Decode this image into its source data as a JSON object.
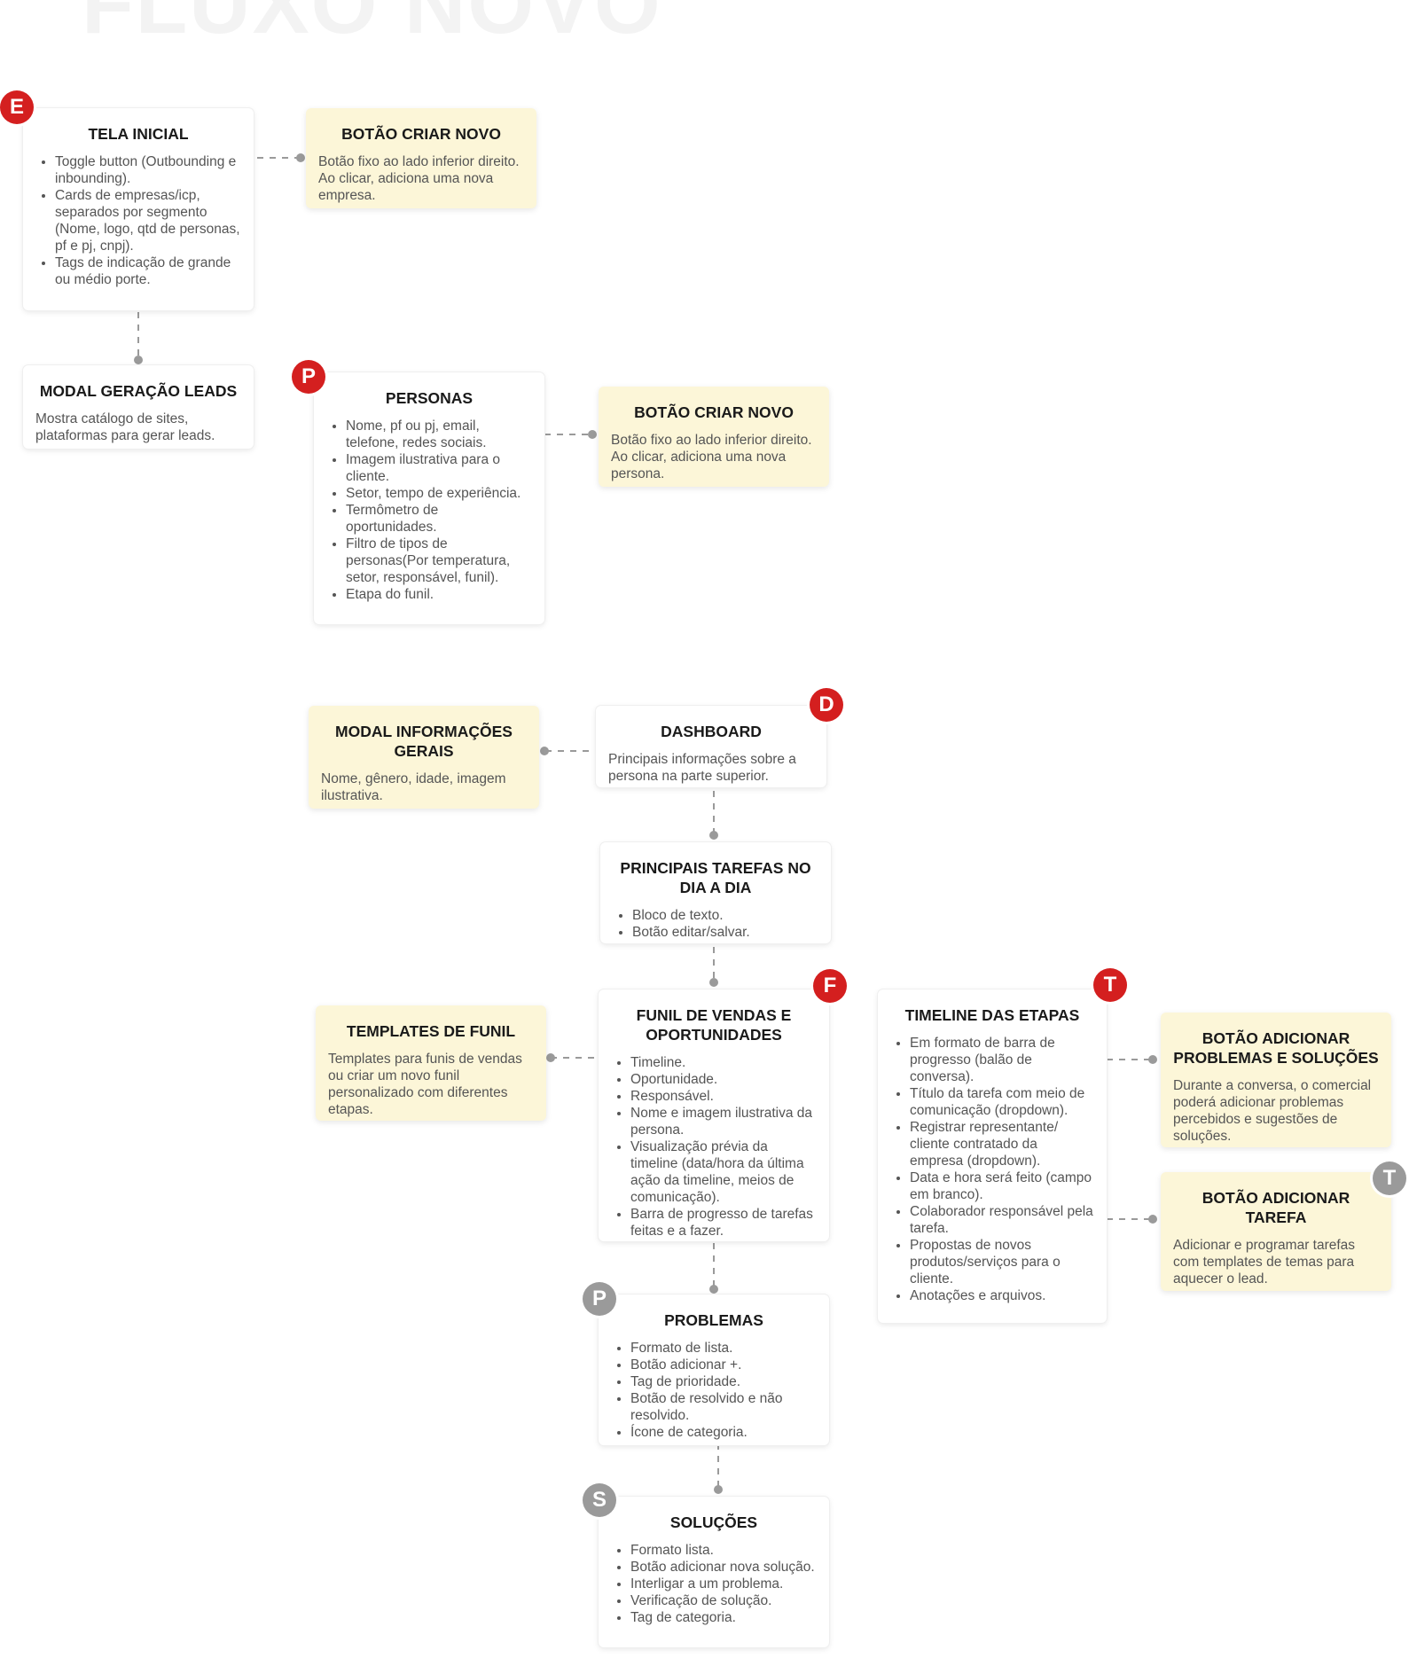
{
  "title": "FLUXO NOVO",
  "colors": {
    "note_background": "#fcf6d8",
    "badge_red": "#d41f1f",
    "badge_grey": "#9a9a9a",
    "connector": "#9a9a9a"
  },
  "badges": {
    "e": "E",
    "p1": "P",
    "d": "D",
    "f": "F",
    "t1": "T",
    "t2": "T",
    "p2": "P",
    "s": "S"
  },
  "cards": {
    "tela_inicial": {
      "title": "TELA INICIAL",
      "items": [
        "Toggle button (Outbounding e inbounding).",
        "Cards de empresas/icp, separados por segmento (Nome, logo, qtd de personas, pf e pj, cnpj).",
        "Tags de indicação de grande ou médio porte."
      ]
    },
    "botao_criar_novo_empresa": {
      "title": "BOTÃO CRIAR NOVO",
      "text": "Botão fixo ao lado inferior direito. Ao clicar, adiciona uma nova empresa."
    },
    "modal_geracao_leads": {
      "title": "MODAL GERAÇÃO LEADS",
      "text": "Mostra catálogo de sites, plataformas para gerar leads."
    },
    "personas": {
      "title": "PERSONAS",
      "items": [
        "Nome, pf ou pj, email, telefone, redes sociais.",
        "Imagem ilustrativa para o cliente.",
        "Setor, tempo de experiência.",
        "Termômetro de oportunidades.",
        "Filtro de tipos de personas(Por temperatura, setor, responsável, funil).",
        "Etapa do funil."
      ]
    },
    "botao_criar_novo_persona": {
      "title": "BOTÃO CRIAR NOVO",
      "text": "Botão fixo ao lado inferior direito. Ao clicar, adiciona uma nova persona."
    },
    "modal_informacoes_gerais": {
      "title": "MODAL INFORMAÇÕES GERAIS",
      "text": "Nome, gênero, idade, imagem ilustrativa."
    },
    "dashboard": {
      "title": "DASHBOARD",
      "text": "Principais informações sobre a persona na parte superior."
    },
    "principais_tarefas": {
      "title": "PRINCIPAIS TAREFAS NO DIA A DIA",
      "items": [
        "Bloco de texto.",
        "Botão editar/salvar."
      ]
    },
    "templates_funil": {
      "title": "TEMPLATES DE FUNIL",
      "text": "Templates para funis de vendas ou criar um novo funil personalizado com diferentes etapas."
    },
    "funil_vendas": {
      "title": "FUNIL DE VENDAS E OPORTUNIDADES",
      "items": [
        "Timeline.",
        "Oportunidade.",
        "Responsável.",
        "Nome e imagem ilustrativa da persona.",
        "Visualização prévia da timeline (data/hora da última ação da timeline, meios de comunicação).",
        "Barra de progresso de tarefas feitas e a fazer."
      ]
    },
    "timeline_etapas": {
      "title": "TIMELINE DAS ETAPAS",
      "items": [
        "Em formato de barra de progresso (balão de conversa).",
        "Título da tarefa com meio de comunicação (dropdown).",
        "Registrar representante/ cliente contratado da empresa (dropdown).",
        "Data e hora será feito (campo em branco).",
        "Colaborador responsável pela tarefa.",
        "Propostas de novos produtos/serviços para o cliente.",
        "Anotações e arquivos."
      ]
    },
    "botao_problemas_solucoes": {
      "title": "BOTÃO ADICIONAR PROBLEMAS E SOLUÇÕES",
      "text": "Durante a conversa, o comercial poderá adicionar problemas percebidos e sugestões de soluções."
    },
    "botao_adicionar_tarefa": {
      "title": "BOTÃO ADICIONAR TAREFA",
      "text": "Adicionar e programar tarefas com templates de temas para aquecer o lead."
    },
    "problemas": {
      "title": "PROBLEMAS",
      "items": [
        "Formato de lista.",
        "Botão adicionar +.",
        "Tag de prioridade.",
        "Botão de resolvido e não resolvido.",
        "Ícone de categoria."
      ]
    },
    "solucoes": {
      "title": "SOLUÇÕES",
      "items": [
        "Formato lista.",
        "Botão adicionar nova solução.",
        "Interligar a um problema.",
        "Verificação de solução.",
        "Tag de categoria."
      ]
    }
  }
}
